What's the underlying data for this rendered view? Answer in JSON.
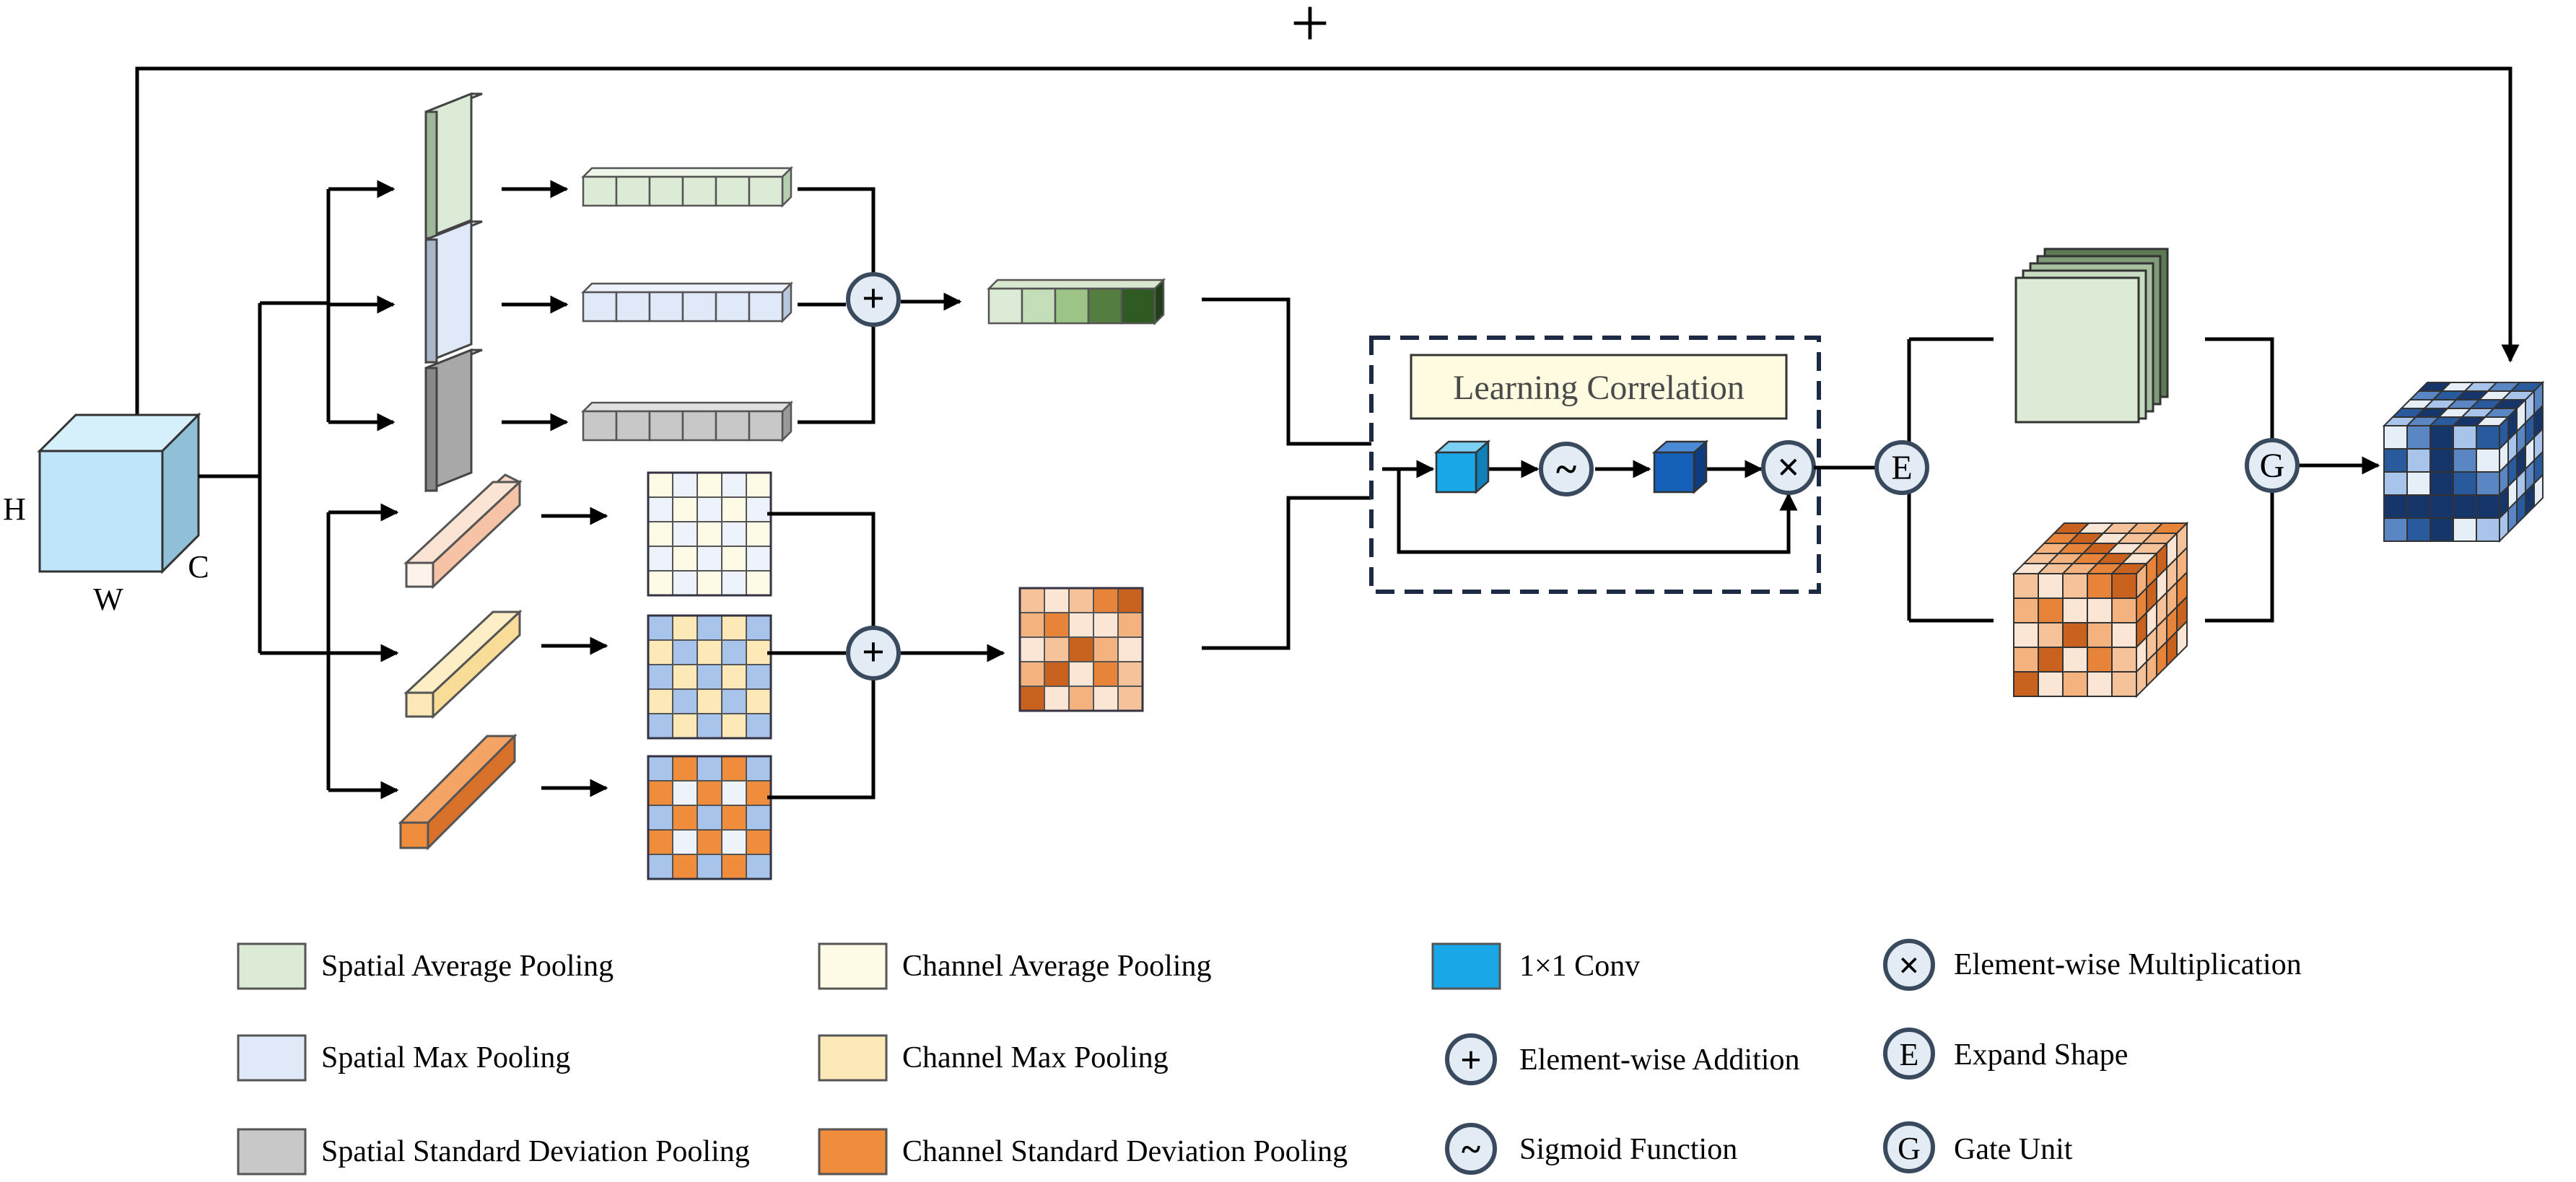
{
  "diagram": {
    "residual_symbol": "+",
    "input_labels": {
      "h": "H",
      "w": "W",
      "c": "C"
    },
    "module_title": "Learning Correlation",
    "operators": {
      "add": "+",
      "multiply": "×",
      "sigmoid": "~",
      "expand": "E",
      "gate": "G"
    }
  },
  "legend": {
    "spatial_avg": "Spatial Average Pooling",
    "spatial_max": "Spatial Max Pooling",
    "spatial_std": "Spatial Standard Deviation Pooling",
    "channel_avg": "Channel Average Pooling",
    "channel_max": "Channel Max Pooling",
    "channel_std": "Channel Standard Deviation Pooling",
    "conv": "1×1 Conv",
    "add": "Element-wise Addition",
    "sigmoid": "Sigmoid Function",
    "multiply": "Element-wise Multiplication",
    "expand": "Expand Shape",
    "gate": "Gate Unit"
  },
  "colors": {
    "spatial_avg": "#dcebd6",
    "spatial_max": "#dfe9f8",
    "spatial_std": "#c8c8c8",
    "channel_avg": "#fdfbe6",
    "channel_max": "#fde8b8",
    "channel_std": "#f08d3c",
    "conv": "#1aa7e8",
    "conv_dark": "#1560b8",
    "input_cube": "#bfe6f8",
    "operator_ring": "#3a4a5e",
    "operator_fill": "#e3ebf4",
    "module_box": "#fefbe0",
    "dash": "#1c2a44"
  }
}
